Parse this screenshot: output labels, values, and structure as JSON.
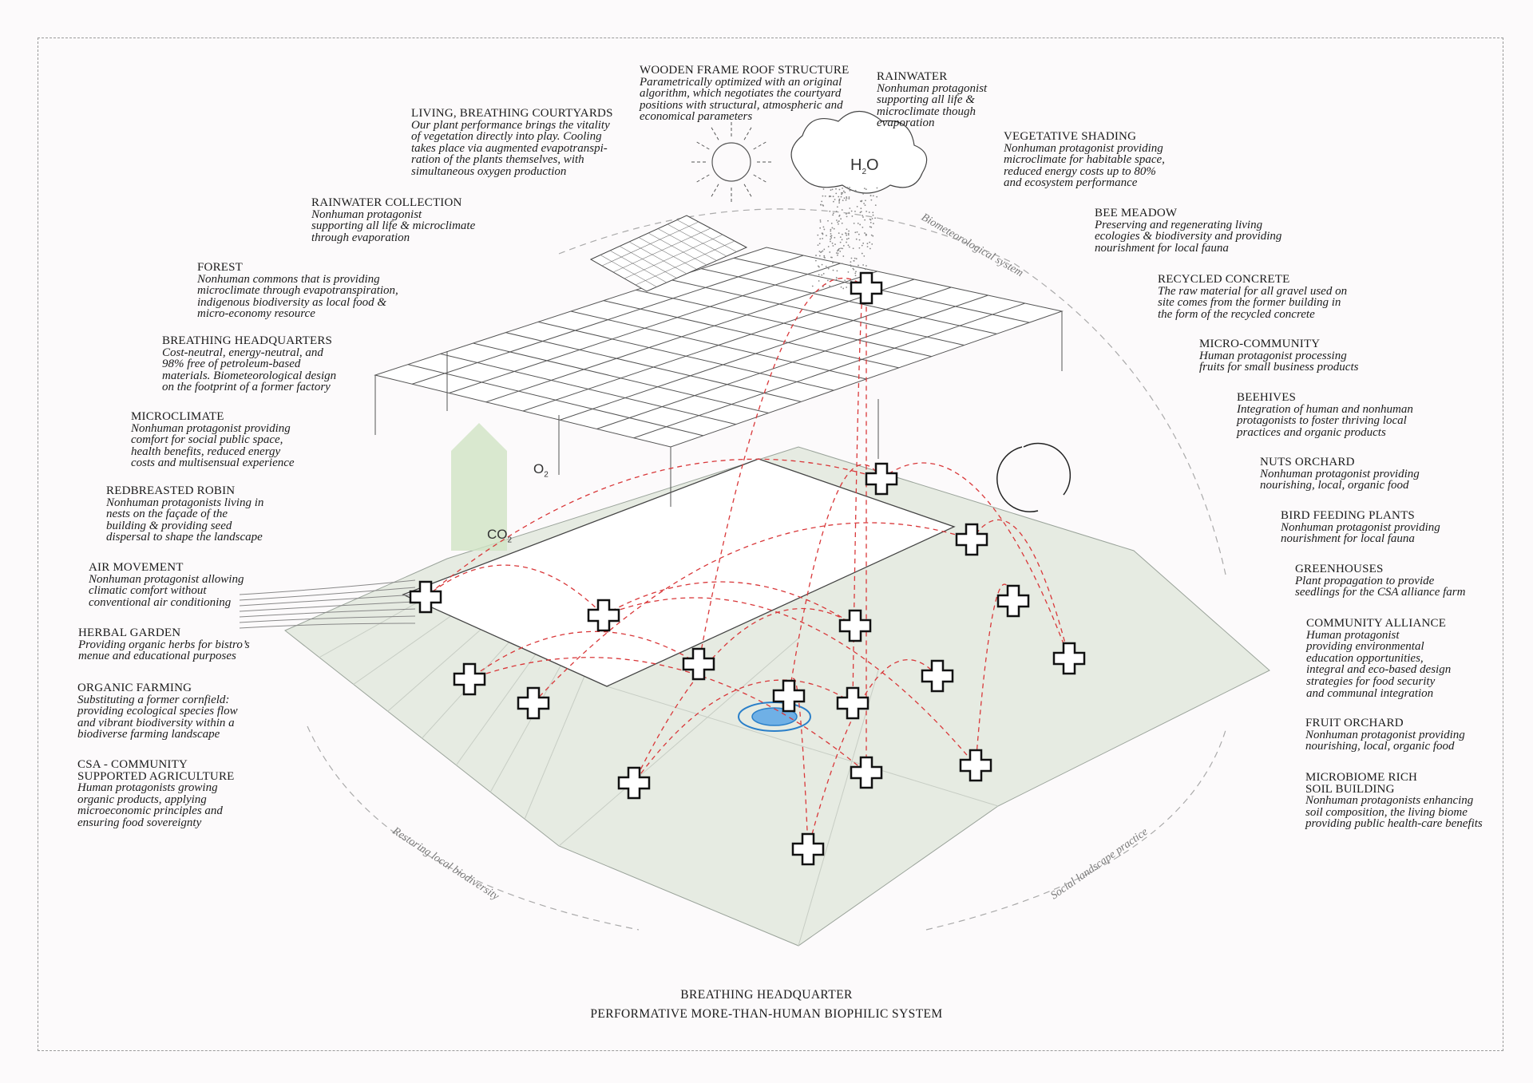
{
  "title": "BREATHING HEADQUARTER",
  "subtitle": "PERFORMATIVE MORE-THAN-HUMAN BIOPHILIC SYSTEM",
  "cycles": {
    "top": "Biometeorological system",
    "left": "Restoring local biodiversity",
    "right": "Social landscape practice"
  },
  "symbols": {
    "h2o": "H",
    "h2o_sub": "2",
    "h2o_end": "O",
    "o2": "O",
    "o2_sub": "2",
    "co2": "CO",
    "co2_sub": "2"
  },
  "colors": {
    "accent_red": "#d9383a",
    "ground": "#e6ebe2",
    "water": "#2a7fc9",
    "green_arrow": "#cfe3c4"
  },
  "labels": [
    {
      "id": "wooden-frame",
      "title": "Wooden Frame Roof Structure",
      "desc": "Parametrically optimized with an original\nalgorithm, which negotiates the courtyard\npositions with structural, atmospheric and\neconomical parameters"
    },
    {
      "id": "rainwater",
      "title": "Rainwater",
      "desc": "Nonhuman protagonist\nsupporting all life &\nmicroclimate though\nevaporation"
    },
    {
      "id": "courtyards",
      "title": "Living, Breathing Courtyards",
      "desc": "Our plant performance brings the vitality\nof vegetation directly into play. Cooling\ntakes place via augmented evapotranspi-\nration of the plants themselves, with\nsimultaneous oxygen production"
    },
    {
      "id": "vegetative-shading",
      "title": "Vegetative Shading",
      "desc": "Nonhuman protagonist providing\nmicroclimate for habitable space,\nreduced energy costs up to 80%\nand ecosystem performance"
    },
    {
      "id": "rainwater-collection",
      "title": "Rainwater Collection",
      "desc": "Nonhuman protagonist\nsupporting all life & microclimate\nthrough evaporation"
    },
    {
      "id": "bee-meadow",
      "title": "Bee Meadow",
      "desc": "Preserving and regenerating living\necologies & biodiversity and providing\nnourishment for local fauna"
    },
    {
      "id": "forest",
      "title": "Forest",
      "desc": "Nonhuman commons that is providing\nmicroclimate through evapotranspiration,\nindigenous biodiversity as local food &\nmicro-economy resource"
    },
    {
      "id": "recycled-concrete",
      "title": "Recycled Concrete",
      "desc": "The raw material for all gravel used on\nsite comes from the former building in\nthe form of the recycled concrete"
    },
    {
      "id": "breathing-hq",
      "title": "Breathing Headquarters",
      "desc": "Cost-neutral, energy-neutral, and\n98% free of petroleum-based\nmaterials. Biometeorological design\non the footprint of a former factory"
    },
    {
      "id": "micro-community",
      "title": "Micro-Community",
      "desc": "Human protagonist processing\nfruits for small business products"
    },
    {
      "id": "microclimate",
      "title": "Microclimate",
      "desc": "Nonhuman protagonist providing\ncomfort for social public space,\nhealth benefits, reduced energy\ncosts and multisensual experience"
    },
    {
      "id": "beehives",
      "title": "Beehives",
      "desc": "Integration of human and nonhuman\nprotagonists to foster thriving local\npractices and organic products"
    },
    {
      "id": "robin",
      "title": "Redbreasted Robin",
      "desc": "Nonhuman protagonists living in\nnests on the façade of the\nbuilding & providing seed\ndispersal to shape the landscape"
    },
    {
      "id": "nuts-orchard",
      "title": "Nuts Orchard",
      "desc": "Nonhuman protagonist providing\nnourishing, local, organic food"
    },
    {
      "id": "bird-feeding",
      "title": "Bird Feeding Plants",
      "desc": "Nonhuman protagonist providing\nnourishment for local fauna"
    },
    {
      "id": "air-movement",
      "title": "Air Movement",
      "desc": "Nonhuman protagonist allowing\nclimatic comfort without\nconventional air conditioning"
    },
    {
      "id": "greenhouses",
      "title": "Greenhouses",
      "desc": "Plant propagation to provide\nseedlings for the CSA alliance farm"
    },
    {
      "id": "herbal-garden",
      "title": "Herbal Garden",
      "desc": "Providing organic herbs for bistro’s\nmenue and educational purposes"
    },
    {
      "id": "community-alliance",
      "title": "Community Alliance",
      "desc": "Human protagonist\nproviding environmental\neducation opportunities,\nintegral and eco-based design\nstrategies for food security\nand communal integration"
    },
    {
      "id": "organic-farming",
      "title": "Organic Farming",
      "desc": "Substituting a former cornfield:\nproviding ecological species flow\nand vibrant biodiversity within a\nbiodiverse farming landscape"
    },
    {
      "id": "fruit-orchard",
      "title": "Fruit Orchard",
      "desc": "Nonhuman protagonist providing\nnourishing, local, organic food"
    },
    {
      "id": "csa",
      "title": "CSA - Community\nSupported Agriculture",
      "desc": "Human protagonists growing\norganic products, applying\nmicroeconomic principles and\nensuring food sovereignty"
    },
    {
      "id": "microbiome",
      "title": "Microbiome Rich\nSoil Building",
      "desc": "Nonhuman protagonists enhancing\nsoil composition, the living biome\nproviding public health-care benefits"
    }
  ]
}
